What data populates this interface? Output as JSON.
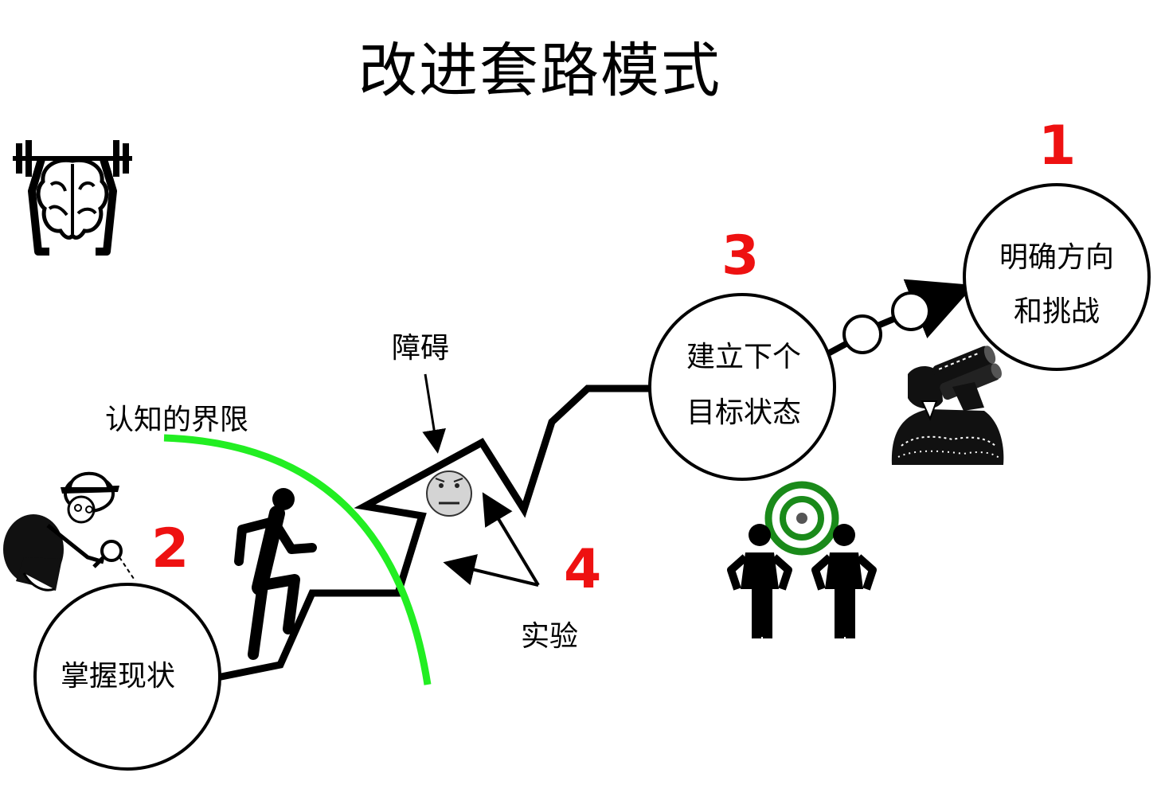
{
  "title": "改进套路模式",
  "accent_red": "#ee1111",
  "boundary_green": "#22ee22",
  "target_green": "#1a8a1a",
  "steps": {
    "one": {
      "number": "1",
      "line1": "明确方向",
      "line2": "和挑战"
    },
    "two": {
      "number": "2",
      "text": "掌握现状"
    },
    "three": {
      "number": "3",
      "line1": "建立下个",
      "line2": "目标状态"
    },
    "four": {
      "number": "4"
    }
  },
  "labels": {
    "knowledge_threshold": "认知的界限",
    "obstacle": "障碍",
    "experiment": "实验"
  },
  "icons": [
    "brain-weightlifting-icon",
    "detective-magnifier-icon",
    "running-person-icon",
    "frowning-face-icon",
    "target-icon",
    "two-people-icon",
    "binoculars-person-icon"
  ]
}
